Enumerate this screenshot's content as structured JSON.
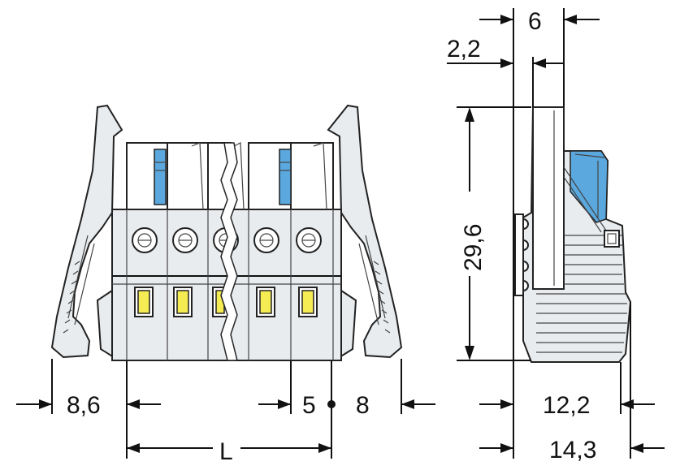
{
  "dimensions": {
    "top_width": "6",
    "top_offset": "2,2",
    "height": "29,6",
    "left_offset": "8,6",
    "pitch": "5",
    "right_offset": "8",
    "side_depth": "12,2",
    "side_total": "14,3",
    "length": "L"
  },
  "colors": {
    "housing": "#e9ecef",
    "release_button": "#5aa8de",
    "contact_window": "#f4ec52",
    "line": "#111111"
  },
  "views": [
    "front-view",
    "side-view"
  ]
}
